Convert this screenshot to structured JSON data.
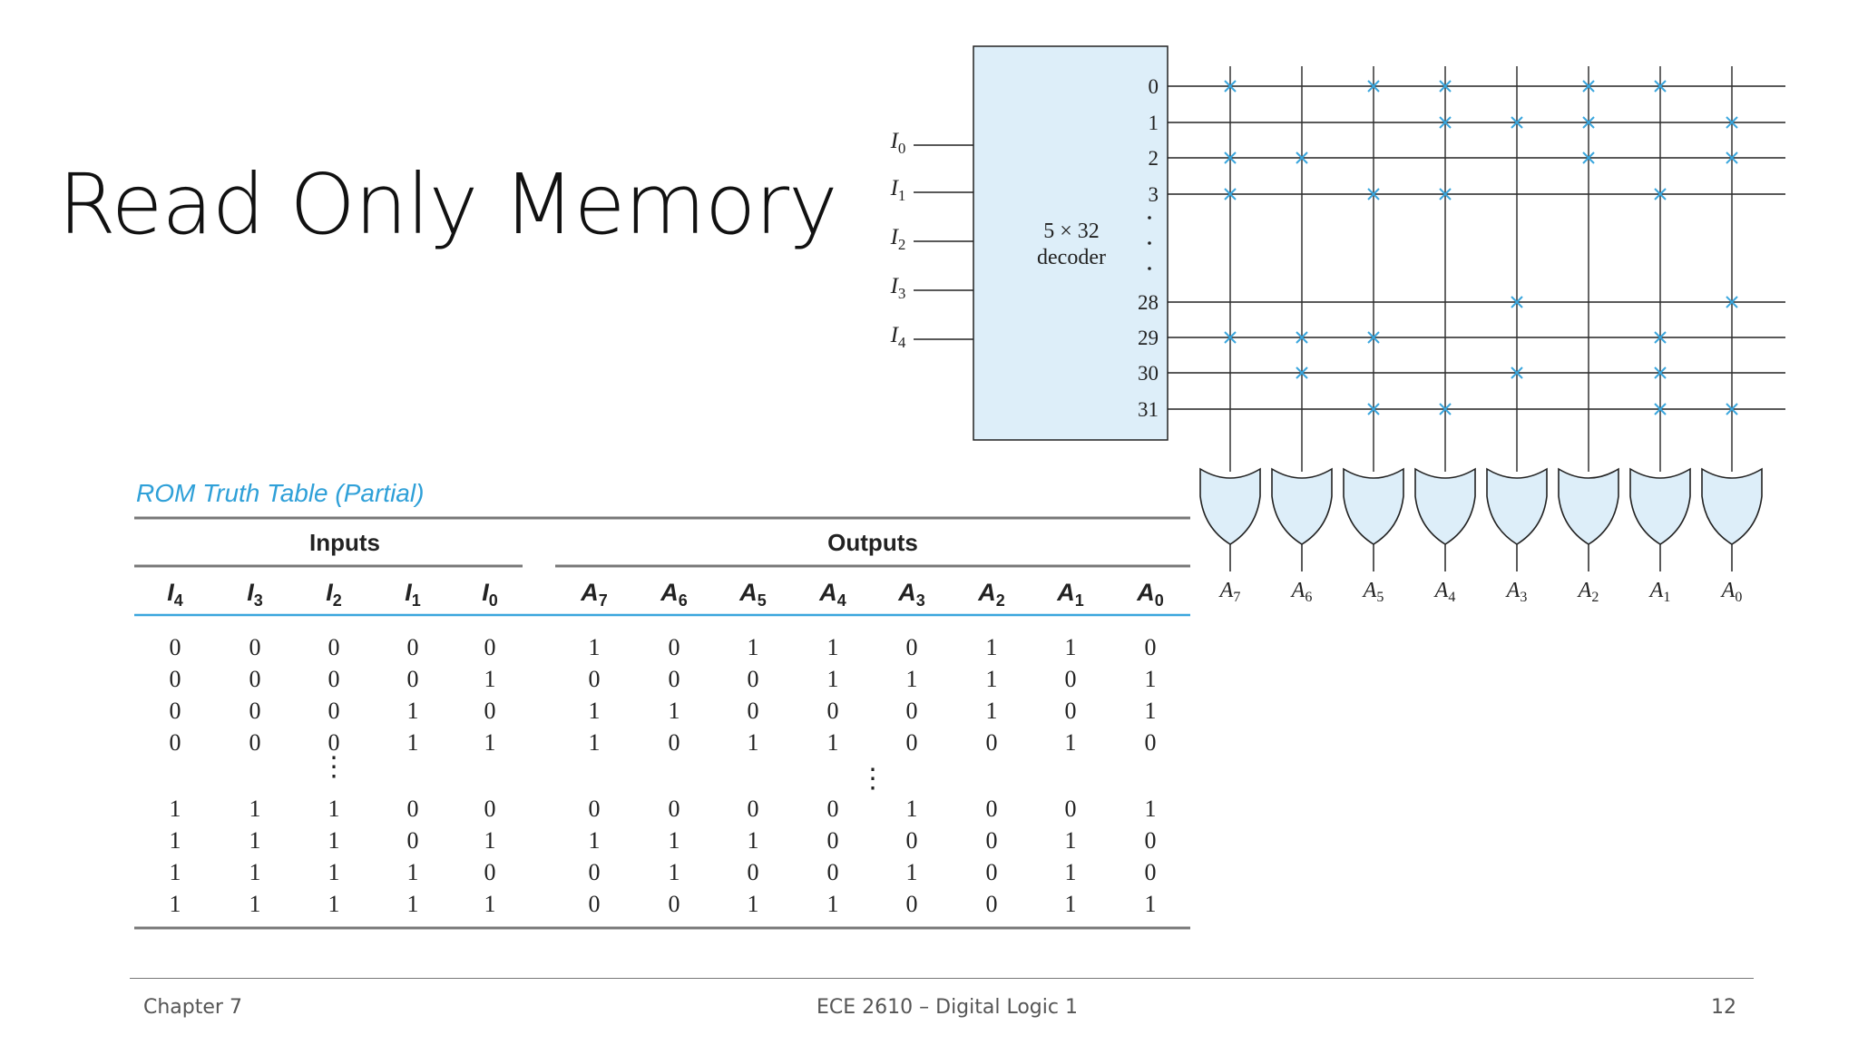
{
  "slide": {
    "title": "Read Only Memory",
    "footer": {
      "left": "Chapter 7",
      "center": "ECE 2610 – Digital Logic 1",
      "right": "12"
    }
  },
  "diagram": {
    "decoder_label": [
      "5 × 32",
      "decoder"
    ],
    "inputs": [
      "I0",
      "I1",
      "I2",
      "I3",
      "I4"
    ],
    "output_lines": [
      "0",
      "1",
      "2",
      "3",
      "28",
      "29",
      "30",
      "31"
    ],
    "gate_outputs": [
      "A7",
      "A6",
      "A5",
      "A4",
      "A3",
      "A2",
      "A1",
      "A0"
    ],
    "connections": [
      [
        1,
        0,
        1,
        1,
        0,
        1,
        1,
        0
      ],
      [
        0,
        0,
        0,
        1,
        1,
        1,
        0,
        1
      ],
      [
        1,
        1,
        0,
        0,
        0,
        1,
        0,
        1
      ],
      [
        1,
        0,
        1,
        1,
        0,
        0,
        1,
        0
      ],
      [
        0,
        0,
        0,
        0,
        1,
        0,
        0,
        1
      ],
      [
        1,
        1,
        1,
        0,
        0,
        0,
        1,
        0
      ],
      [
        0,
        1,
        0,
        0,
        1,
        0,
        1,
        0
      ],
      [
        0,
        0,
        1,
        1,
        0,
        0,
        1,
        1
      ]
    ],
    "colors": {
      "decoder_fill": "#ddeef9",
      "gate_fill": "#ddeef9",
      "cross": "#3aa6dd",
      "line": "#222222"
    }
  },
  "truth_table": {
    "caption": "ROM Truth Table (Partial)",
    "group_inputs": "Inputs",
    "group_outputs": "Outputs",
    "input_headers": [
      "I4",
      "I3",
      "I2",
      "I1",
      "I0"
    ],
    "output_headers": [
      "A7",
      "A6",
      "A5",
      "A4",
      "A3",
      "A2",
      "A1",
      "A0"
    ],
    "rows_top": [
      [
        0,
        0,
        0,
        0,
        0,
        1,
        0,
        1,
        1,
        0,
        1,
        1,
        0
      ],
      [
        0,
        0,
        0,
        0,
        1,
        0,
        0,
        0,
        1,
        1,
        1,
        0,
        1
      ],
      [
        0,
        0,
        0,
        1,
        0,
        1,
        1,
        0,
        0,
        0,
        1,
        0,
        1
      ],
      [
        0,
        0,
        0,
        1,
        1,
        1,
        0,
        1,
        1,
        0,
        0,
        1,
        0
      ]
    ],
    "rows_bottom": [
      [
        1,
        1,
        1,
        0,
        0,
        0,
        0,
        0,
        0,
        1,
        0,
        0,
        1
      ],
      [
        1,
        1,
        1,
        0,
        1,
        1,
        1,
        1,
        0,
        0,
        0,
        1,
        0
      ],
      [
        1,
        1,
        1,
        1,
        0,
        0,
        1,
        0,
        0,
        1,
        0,
        1,
        0
      ],
      [
        1,
        1,
        1,
        1,
        1,
        0,
        0,
        1,
        1,
        0,
        0,
        1,
        1
      ]
    ],
    "ellipsis": "⋮",
    "colors": {
      "caption": "#2fa0d8",
      "header_rule": "#3aa6dd",
      "rule": "#777777"
    }
  }
}
